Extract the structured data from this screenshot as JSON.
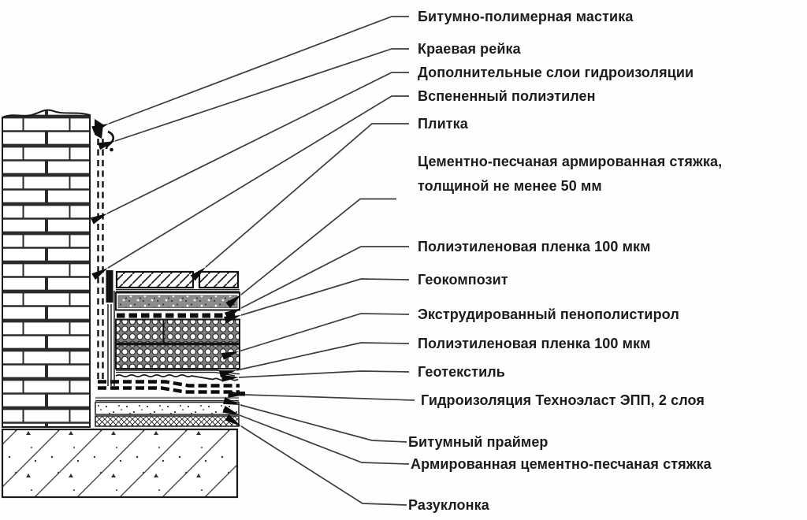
{
  "diagram": {
    "kind": "construction-detail-cross-section",
    "language": "ru",
    "labels": [
      {
        "text": "Битумно-полимерная мастика",
        "target": "mastic-seal"
      },
      {
        "text": "Краевая рейка",
        "target": "edge-rail"
      },
      {
        "text": "Дополнительные слои гидроизоляции",
        "target": "wall-upstand-membrane"
      },
      {
        "text": "Вспененный полиэтилен",
        "target": "foamed-pe-joint-strip"
      },
      {
        "text": "Плитка",
        "target": "floor-tiles"
      },
      {
        "line1": "Цементно-песчаная армированная стяжка,",
        "line2": "толщиной не менее 50 мм",
        "target": "top-reinforced-screed"
      },
      {
        "text": "Полиэтиленовая пленка 100 мкм",
        "target": "pe-film-upper"
      },
      {
        "text": "Геокомпозит",
        "target": "geocomposite-drainage"
      },
      {
        "text": "Экструдированный пенополистирол",
        "target": "xps-insulation"
      },
      {
        "text": "Полиэтиленовая пленка 100 мкм",
        "target": "pe-film-lower"
      },
      {
        "text": "Геотекстиль",
        "target": "geotextile"
      },
      {
        "text": "Гидроизоляция Техноэласт ЭПП, 2 слоя",
        "target": "waterproofing-membrane-2-layers"
      },
      {
        "text": "Битумный праймер",
        "target": "bitumen-primer"
      },
      {
        "text": "Армированная цементно-песчаная стяжка",
        "target": "base-reinforced-screed"
      },
      {
        "text": "Разуклонка",
        "target": "slope-forming-layer"
      }
    ]
  }
}
